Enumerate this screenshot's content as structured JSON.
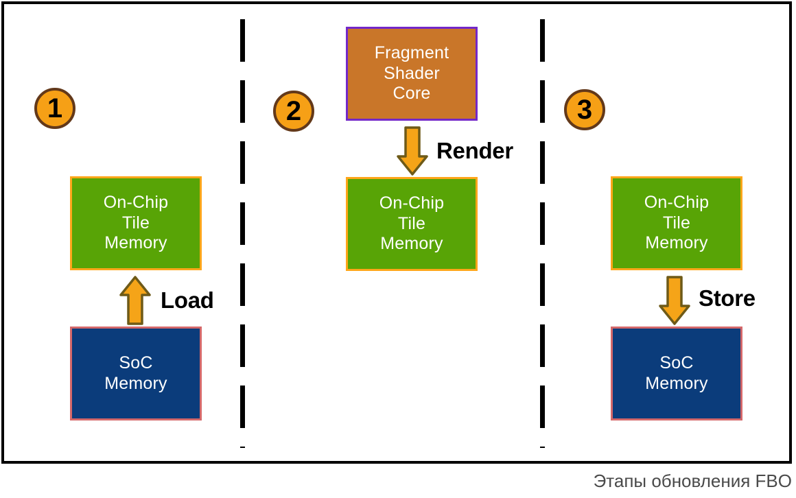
{
  "diagram": {
    "caption": "Этапы обновления FBO",
    "colors": {
      "frame_border": "#000000",
      "badge_fill": "#F6A016",
      "badge_border": "#63391A",
      "tile_memory_fill": "#58A406",
      "tile_memory_border": "#FFA61A",
      "soc_memory_fill": "#0B3C7B",
      "soc_memory_border": "#D4686A",
      "shader_fill": "#C97629",
      "shader_border": "#7328C9",
      "arrow_fill": "#F5A418",
      "arrow_border": "#6E5A18",
      "caption_text": "#4A4A4A",
      "block_text": "#FFFFFF"
    },
    "columns": [
      {
        "step": "1",
        "badge_name": "step-1",
        "blocks": [
          {
            "id": "tile",
            "label": "On-Chip\nTile\nMemory"
          },
          {
            "id": "soc",
            "label": "SoC\nMemory"
          }
        ],
        "arrow": {
          "label": "Load",
          "direction": "up",
          "icon": "arrow-up-icon"
        }
      },
      {
        "step": "2",
        "badge_name": "step-2",
        "blocks": [
          {
            "id": "shader",
            "label": "Fragment\nShader\nCore"
          },
          {
            "id": "tile",
            "label": "On-Chip\nTile\nMemory"
          }
        ],
        "arrow": {
          "label": "Render",
          "direction": "down",
          "icon": "arrow-down-icon"
        }
      },
      {
        "step": "3",
        "badge_name": "step-3",
        "blocks": [
          {
            "id": "tile",
            "label": "On-Chip\nTile\nMemory"
          },
          {
            "id": "soc",
            "label": "SoC\nMemory"
          }
        ],
        "arrow": {
          "label": "Store",
          "direction": "down",
          "icon": "arrow-down-icon"
        }
      }
    ]
  }
}
